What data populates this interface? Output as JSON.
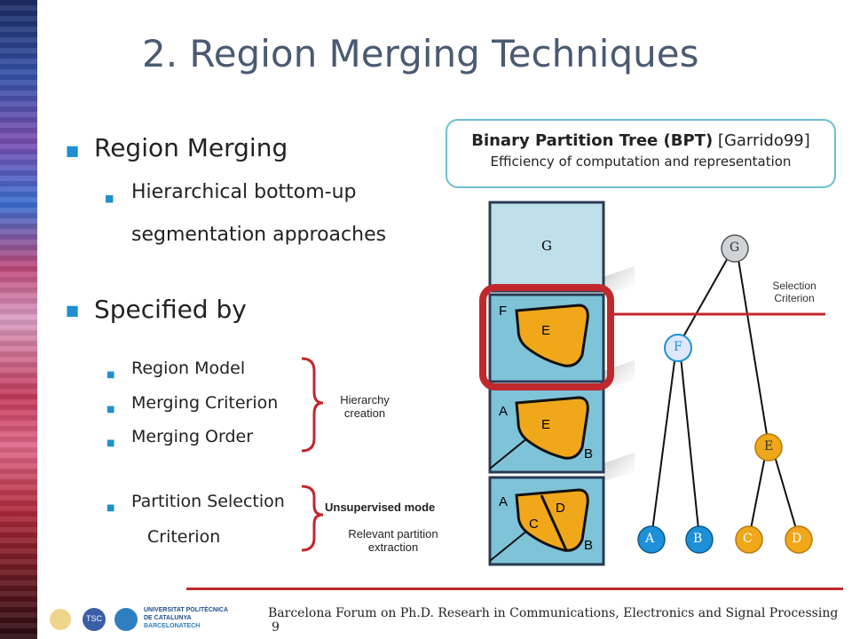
{
  "slide": {
    "title": "2. Region Merging Techniques",
    "page_number": "9"
  },
  "bullets": {
    "region_merging": "Region Merging",
    "hier_line1": "Hierarchical bottom-up",
    "hier_line2": "segmentation approaches",
    "specified_by": "Specified by",
    "region_model": "Region Model",
    "merging_criterion": "Merging Criterion",
    "merging_order": "Merging Order",
    "partition_selection_1": "Partition Selection",
    "partition_selection_2": "Criterion"
  },
  "annotations": {
    "hierarchy_1": "Hierarchy",
    "hierarchy_2": "creation",
    "unsupervised": "Unsupervised mode",
    "relevant_1": "Relevant partition",
    "relevant_2": "extraction"
  },
  "bpt_box": {
    "title_bold": "Binary Partition Tree (BPT)",
    "cite": "[Garrido99]",
    "subtitle": "Efficiency of computation and representation"
  },
  "partition_panels": {
    "g": "G",
    "f": "F",
    "e_top": "E",
    "a_mid": "A",
    "e_mid": "E",
    "b_mid": "B",
    "a_bot": "A",
    "c_bot": "C",
    "d_bot": "D",
    "b_bot": "B"
  },
  "tree": {
    "g": "G",
    "f": "F",
    "e": "E",
    "a": "A",
    "b": "B",
    "c": "C",
    "d": "D",
    "selection_1": "Selection",
    "selection_2": "Criterion"
  },
  "colors": {
    "accent_blue": "#1f8fd0",
    "accent_red": "#c0282d",
    "region_orange": "#f0a81a",
    "panel_blue": "#7fc3d8",
    "node_blue": "#1e90d8",
    "node_orange": "#f0a81a"
  },
  "footer": {
    "text": "Barcelona Forum on Ph.D. Researh in Communications, Electronics and Signal Processing",
    "logo_upc_1": "UNIVERSITAT POLITÈCNICA",
    "logo_upc_2": "DE CATALUNYA",
    "logo_upc_3": "BARCELONATECH",
    "logo_tsc": "TSC"
  }
}
